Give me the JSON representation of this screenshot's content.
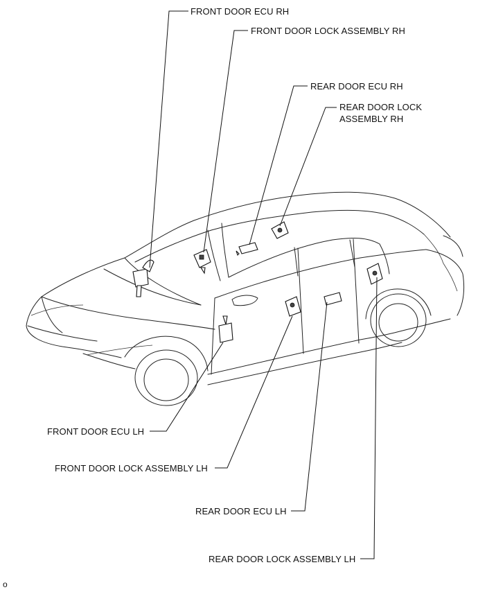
{
  "labels": {
    "front_door_ecu_rh": "FRONT DOOR ECU RH",
    "front_door_lock_assembly_rh": "FRONT DOOR LOCK ASSEMBLY RH",
    "rear_door_ecu_rh": "REAR DOOR ECU RH",
    "rear_door_lock_assembly_rh": "REAR DOOR LOCK ASSEMBLY RH",
    "front_door_ecu_lh": "FRONT DOOR ECU LH",
    "front_door_lock_assembly_lh": "FRONT DOOR LOCK ASSEMBLY LH",
    "rear_door_ecu_lh": "REAR DOOR ECU LH",
    "rear_door_lock_assembly_lh": "REAR DOOR LOCK ASSEMBLY LH"
  },
  "figure_id": "o"
}
